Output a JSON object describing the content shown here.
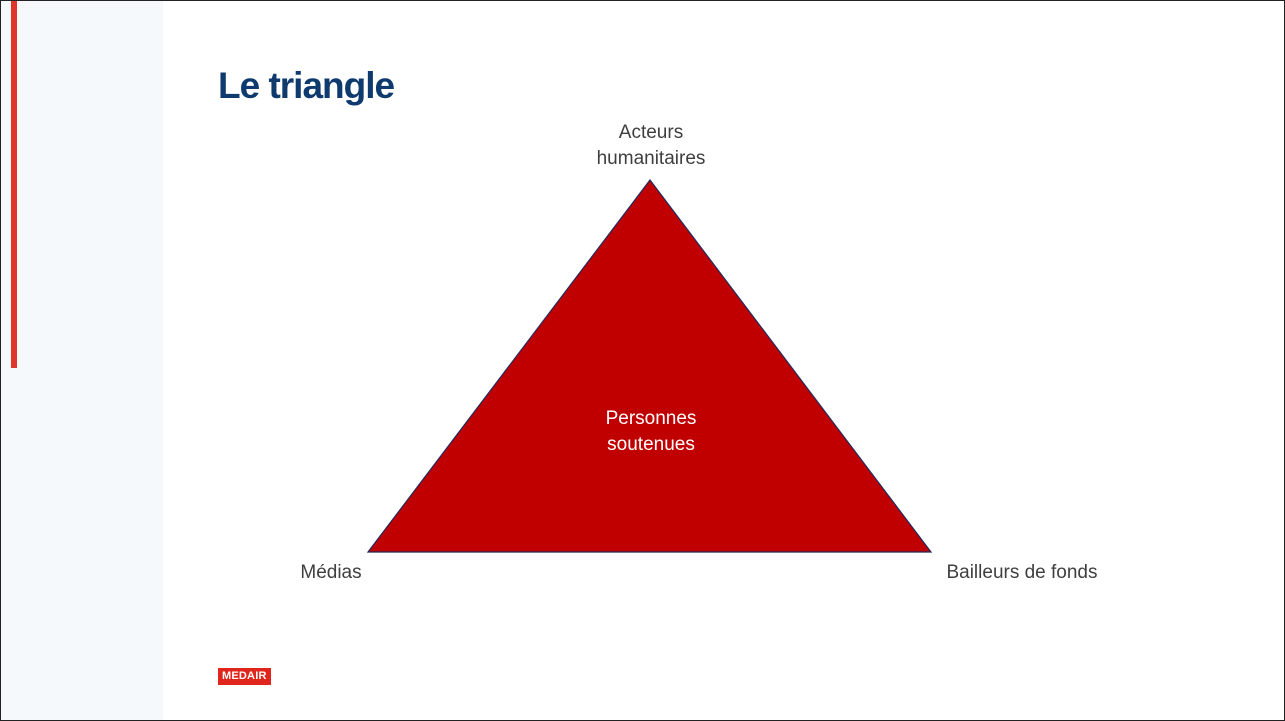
{
  "slide": {
    "title": "Le triangle"
  },
  "diagram": {
    "apex_top": [
      "Acteurs",
      "humanitaires"
    ],
    "apex_left": "Médias",
    "apex_right": "Bailleurs de fonds",
    "center": [
      "Personnes",
      "soutenues"
    ],
    "fill_color": "#c00000",
    "stroke_color": "#1f2a5c"
  },
  "footer": {
    "logo_text": "MEDAIR",
    "logo_color": "#e0251c"
  },
  "colors": {
    "title": "#0e3a6e",
    "accent": "#e0352b",
    "panel": "#f5f9fc"
  }
}
